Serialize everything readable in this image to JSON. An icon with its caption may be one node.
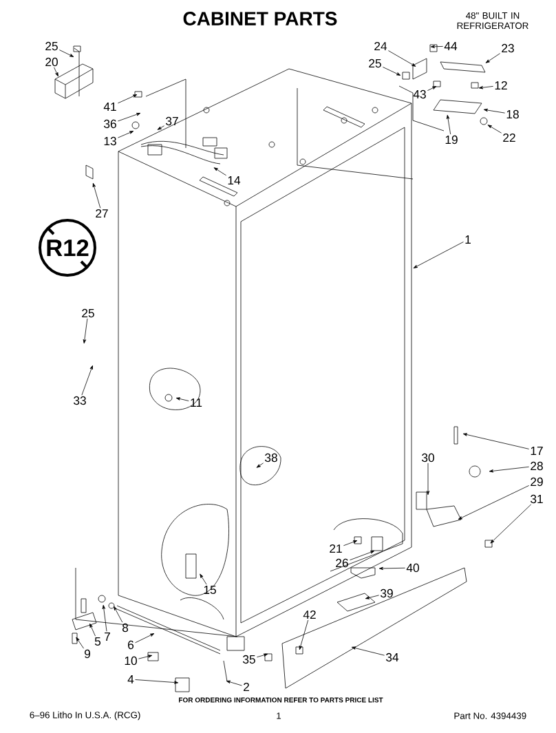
{
  "diagram": {
    "title": "CABINET PARTS",
    "nodes": [
      {
        "text": [
          "25"
        ]
      },
      {
        "text": [
          "20"
        ]
      },
      {
        "text": [
          "41"
        ]
      },
      {
        "text": [
          "36"
        ]
      },
      {
        "text": [
          "13"
        ]
      },
      {
        "text": [
          "37"
        ]
      },
      {
        "text": [
          "14"
        ]
      },
      {
        "text": [
          "27"
        ]
      },
      {
        "text": [
          "24"
        ]
      },
      {
        "text": [
          "44"
        ]
      },
      {
        "text": [
          "23"
        ]
      },
      {
        "text": [
          "25"
        ]
      },
      {
        "text": [
          "43"
        ]
      },
      {
        "text": [
          "12"
        ]
      },
      {
        "text": [
          "18"
        ]
      },
      {
        "text": [
          "19"
        ]
      },
      {
        "text": [
          "22"
        ]
      },
      {
        "text": [
          "1"
        ]
      },
      {
        "text": [
          "25"
        ]
      },
      {
        "text": [
          "33"
        ]
      },
      {
        "text": [
          "11"
        ]
      },
      {
        "text": [
          "38"
        ]
      },
      {
        "text": [
          "17"
        ]
      },
      {
        "text": [
          "28"
        ]
      },
      {
        "text": [
          "29"
        ]
      },
      {
        "text": [
          "31"
        ]
      },
      {
        "text": [
          "30"
        ]
      },
      {
        "text": [
          "21"
        ]
      },
      {
        "text": [
          "26"
        ]
      },
      {
        "text": [
          "40"
        ]
      },
      {
        "text": [
          "15"
        ]
      },
      {
        "text": [
          "39"
        ]
      },
      {
        "text": [
          "42"
        ]
      },
      {
        "text": [
          "34"
        ]
      },
      {
        "text": [
          "5"
        ]
      },
      {
        "text": [
          "7"
        ]
      },
      {
        "text": [
          "8"
        ]
      },
      {
        "text": [
          "9"
        ]
      },
      {
        "text": [
          "6"
        ]
      },
      {
        "text": [
          "10"
        ]
      },
      {
        "text": [
          "4"
        ]
      },
      {
        "text": [
          "35"
        ]
      },
      {
        "text": [
          "2"
        ]
      }
    ],
    "edges": [
      {
        "from": 0,
        "to": null,
        "arrow": "to"
      },
      {
        "from": 1,
        "to": null,
        "arrow": "to"
      },
      {
        "from": 2,
        "to": null,
        "arrow": "to"
      },
      {
        "from": 3,
        "to": null,
        "arrow": "to"
      },
      {
        "from": 4,
        "to": null,
        "arrow": "to"
      },
      {
        "from": 5,
        "to": null,
        "arrow": "to"
      },
      {
        "from": 6,
        "to": null,
        "arrow": "to"
      },
      {
        "from": 7,
        "to": null,
        "arrow": "to"
      },
      {
        "from": 8,
        "to": null,
        "arrow": "to"
      },
      {
        "from": 9,
        "to": null,
        "arrow": "to"
      },
      {
        "from": 10,
        "to": null,
        "arrow": "to"
      },
      {
        "from": 11,
        "to": null,
        "arrow": "to"
      },
      {
        "from": 12,
        "to": null,
        "arrow": "to"
      },
      {
        "from": 13,
        "to": null,
        "arrow": "to"
      },
      {
        "from": 14,
        "to": null,
        "arrow": "to"
      },
      {
        "from": 15,
        "to": null,
        "arrow": "to"
      },
      {
        "from": 16,
        "to": null,
        "arrow": "to"
      },
      {
        "from": 17,
        "to": null,
        "arrow": "to"
      },
      {
        "from": 18,
        "to": null,
        "arrow": "to"
      },
      {
        "from": 19,
        "to": null,
        "arrow": "to"
      },
      {
        "from": 20,
        "to": null,
        "arrow": "to"
      },
      {
        "from": 21,
        "to": null,
        "arrow": "to"
      },
      {
        "from": 22,
        "to": null,
        "arrow": "to"
      },
      {
        "from": 23,
        "to": null,
        "arrow": "to"
      },
      {
        "from": 24,
        "to": null,
        "arrow": "to"
      },
      {
        "from": 25,
        "to": null,
        "arrow": "to"
      },
      {
        "from": 26,
        "to": null,
        "arrow": "to"
      },
      {
        "from": 27,
        "to": null,
        "arrow": "to"
      },
      {
        "from": 28,
        "to": null,
        "arrow": "to"
      },
      {
        "from": 29,
        "to": null,
        "arrow": "to"
      },
      {
        "from": 30,
        "to": null,
        "arrow": "to"
      },
      {
        "from": 31,
        "to": null,
        "arrow": "to"
      },
      {
        "from": 32,
        "to": null,
        "arrow": "to"
      },
      {
        "from": 33,
        "to": null,
        "arrow": "to"
      },
      {
        "from": 34,
        "to": null,
        "arrow": "to"
      },
      {
        "from": 35,
        "to": null,
        "arrow": "to"
      },
      {
        "from": 36,
        "to": null,
        "arrow": "to"
      },
      {
        "from": 37,
        "to": null,
        "arrow": "to"
      },
      {
        "from": 38,
        "to": null,
        "arrow": "to"
      },
      {
        "from": 39,
        "to": null,
        "arrow": "to"
      },
      {
        "from": 40,
        "to": null,
        "arrow": "to"
      },
      {
        "from": 41,
        "to": null,
        "arrow": "to"
      },
      {
        "from": 42,
        "to": null,
        "arrow": "to"
      }
    ],
    "labels": [
      "48\" BUILT IN REFRIGERATOR",
      "R12",
      "FOR ORDERING INFORMATION REFER TO PARTS PRICE LIST",
      "6–96 Litho In U.S.A. (RCG)",
      "1",
      "Part No. 4394439"
    ]
  }
}
